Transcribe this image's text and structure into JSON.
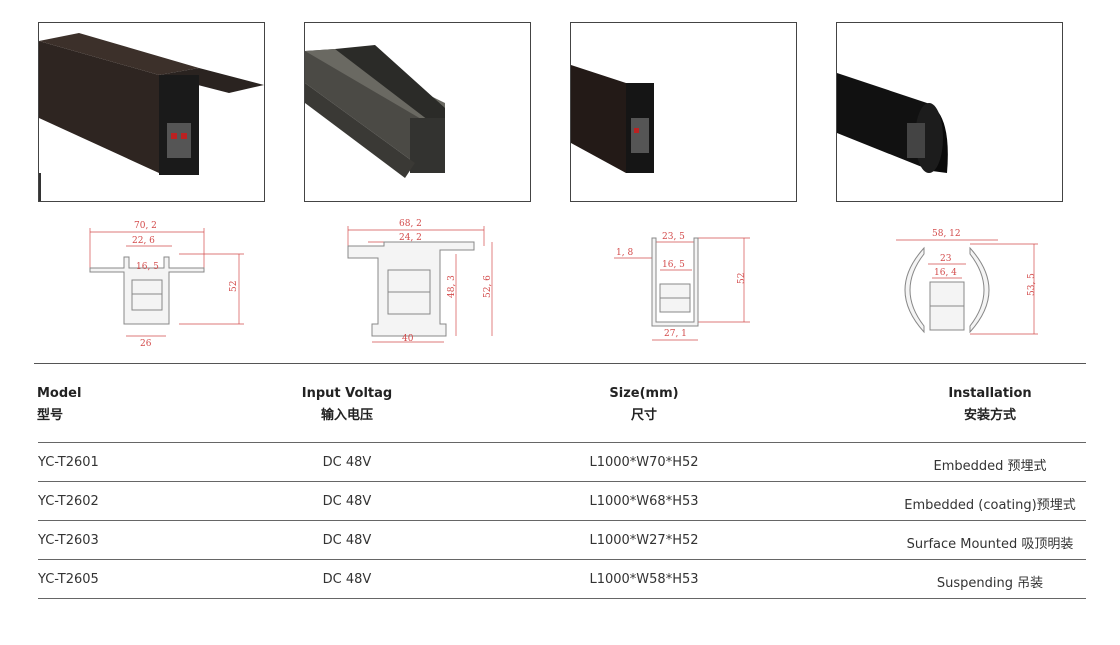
{
  "products": [
    {
      "name": "YC-T2601 profile",
      "dims": [
        "70, 2",
        "22, 6",
        "16, 5",
        "52",
        "26"
      ]
    },
    {
      "name": "YC-T2602 profile",
      "dims": [
        "68, 2",
        "24, 2",
        "48, 3",
        "52, 6",
        "40"
      ]
    },
    {
      "name": "YC-T2603 profile",
      "dims": [
        "1, 8",
        "23, 5",
        "16, 5",
        "52",
        "27, 1"
      ]
    },
    {
      "name": "YC-T2605 profile",
      "dims": [
        "58, 12",
        "23",
        "16, 4",
        "53, 5"
      ]
    }
  ],
  "table": {
    "headers": [
      {
        "en": "Model",
        "zh": "型号"
      },
      {
        "en": "Input Voltag",
        "zh": "输入电压"
      },
      {
        "en": "Size(mm)",
        "zh": "尺寸"
      },
      {
        "en": "Installation",
        "zh": "安装方式"
      }
    ],
    "rows": [
      {
        "model": "YC-T2601",
        "voltage": "DC 48V",
        "size": "L1000*W70*H52",
        "install": "Embedded 预埋式"
      },
      {
        "model": "YC-T2602",
        "voltage": "DC 48V",
        "size": "L1000*W68*H53",
        "install": "Embedded (coating)预埋式"
      },
      {
        "model": "YC-T2603",
        "voltage": "DC 48V",
        "size": "L1000*W27*H52",
        "install": "Surface Mounted 吸顶明装"
      },
      {
        "model": "YC-T2605",
        "voltage": "DC 48V",
        "size": "L1000*W58*H53",
        "install": "Suspending 吊装"
      }
    ]
  }
}
